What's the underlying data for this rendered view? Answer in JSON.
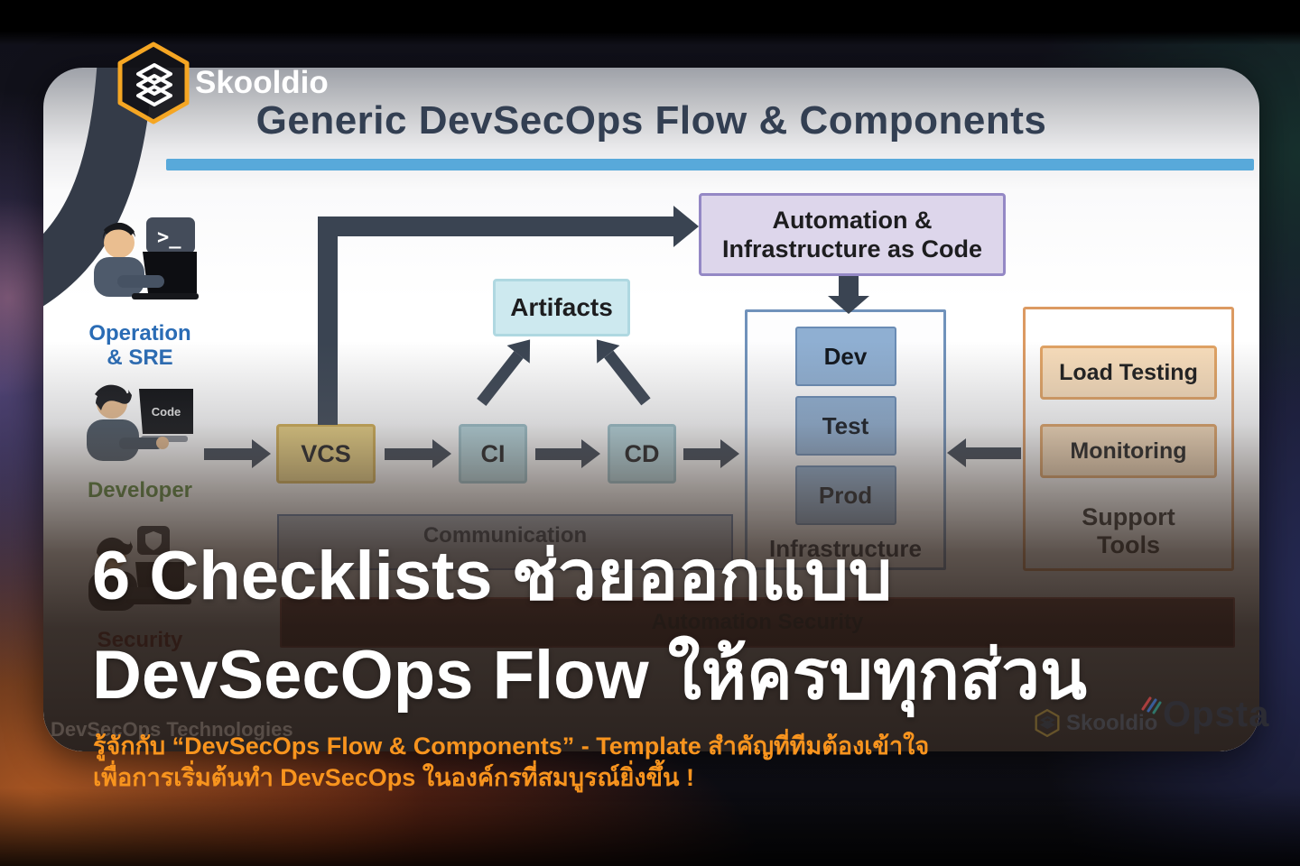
{
  "brand": {
    "name": "Skooldio"
  },
  "diagram": {
    "title": "Generic DevSecOps Flow & Components",
    "personas": {
      "ops_line1": "Operation",
      "ops_line2": "& SRE",
      "dev_label": "Developer",
      "sec_label": "Security",
      "ops_bubble": ">_",
      "dev_screen": "Code"
    },
    "flow": {
      "vcs": "VCS",
      "ci": "CI",
      "cd": "CD",
      "artifacts": "Artifacts",
      "automation_line1": "Automation &",
      "automation_line2": "Infrastructure as Code",
      "environments": [
        "Dev",
        "Test",
        "Prod"
      ],
      "infrastructure_label": "Infrastructure",
      "support_items": [
        "Load Testing",
        "Monitoring"
      ],
      "support_label_line1": "Support",
      "support_label_line2": "Tools",
      "communication": "Communication",
      "automation_security": "Automation Security"
    }
  },
  "overlay": {
    "headline_line1": "6 Checklists ช่วยออกแบบ",
    "headline_line2": "DevSecOps Flow ให้ครบทุกส่วน",
    "subtitle_line1": "รู้จักกับ “DevSecOps Flow & Components” - Template สำคัญที่ทีมต้องเข้าใจ",
    "subtitle_line2": "เพื่อการเริ่มต้นทำ DevSecOps ในองค์กรที่สมบูรณ์ยิ่งขึ้น !"
  },
  "watermark": "DevSecOps Technologies",
  "footer": {
    "skooldio": "Skooldio",
    "opsta": "Opsta"
  },
  "colors": {
    "accent_orange": "#F8941E",
    "title_navy": "#333F52",
    "bar_blue": "#58A9DA",
    "arrow_slate": "#3A4452",
    "vcs_yellow": "#ECD27F",
    "cicd_blue": "#B5D6DD",
    "automation_purple": "#DDD6EB",
    "env_blue": "#8FAFD2",
    "support_orange": "#E0A263",
    "security_maroon": "#5F2D29",
    "logo_hex_orange": "#F5A623"
  }
}
